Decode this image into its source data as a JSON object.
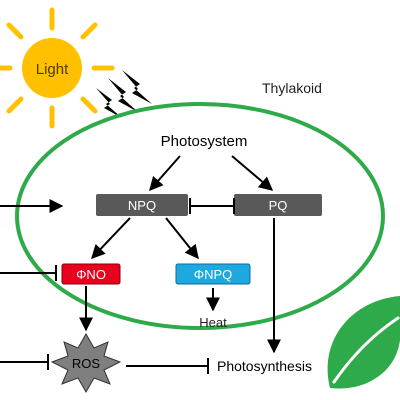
{
  "sun": {
    "label": "Light",
    "color": "#FFC000"
  },
  "thylakoid": {
    "label": "Thylakoid",
    "color": "#2EAA4A"
  },
  "nodes": {
    "photosystem": "Photosystem",
    "npq_box": "NPQ",
    "pq_box": "PQ",
    "phi_no": "ΦNO",
    "phi_npq": "ΦNPQ",
    "heat": "Heat",
    "ros": "ROS",
    "photosynthesis": "Photosynthesis"
  },
  "colors": {
    "box_gray": "#595959",
    "phi_no_fill": "#E8001C",
    "phi_npq_fill": "#1EA8E0",
    "ros_fill": "#7F7F7F",
    "leaf": "#2EAA4A"
  },
  "icons": [
    "sun-icon",
    "lightning-icon",
    "leaf-icon",
    "burst-icon"
  ]
}
